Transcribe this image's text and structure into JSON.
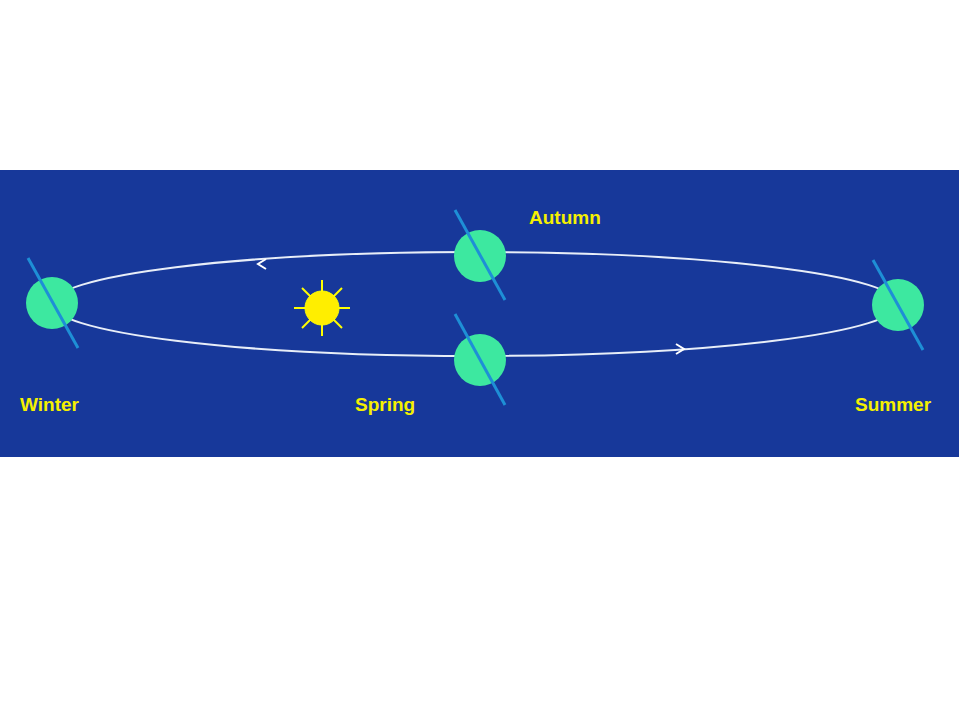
{
  "diagram": {
    "labels": [
      "Autumn",
      "Winter",
      "Spring",
      "Summer"
    ]
  }
}
